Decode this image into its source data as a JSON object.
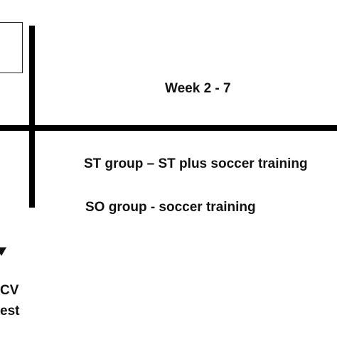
{
  "timeline": {
    "phase_label": "Week 2 - 7"
  },
  "groups": {
    "st": "ST group – ST plus soccer training",
    "so": "SO group -  soccer training"
  },
  "cropped_left_text": {
    "line1": "CV",
    "line2": "est"
  },
  "colors": {
    "line": "#000000",
    "text": "#111111",
    "background": "#ffffff"
  }
}
